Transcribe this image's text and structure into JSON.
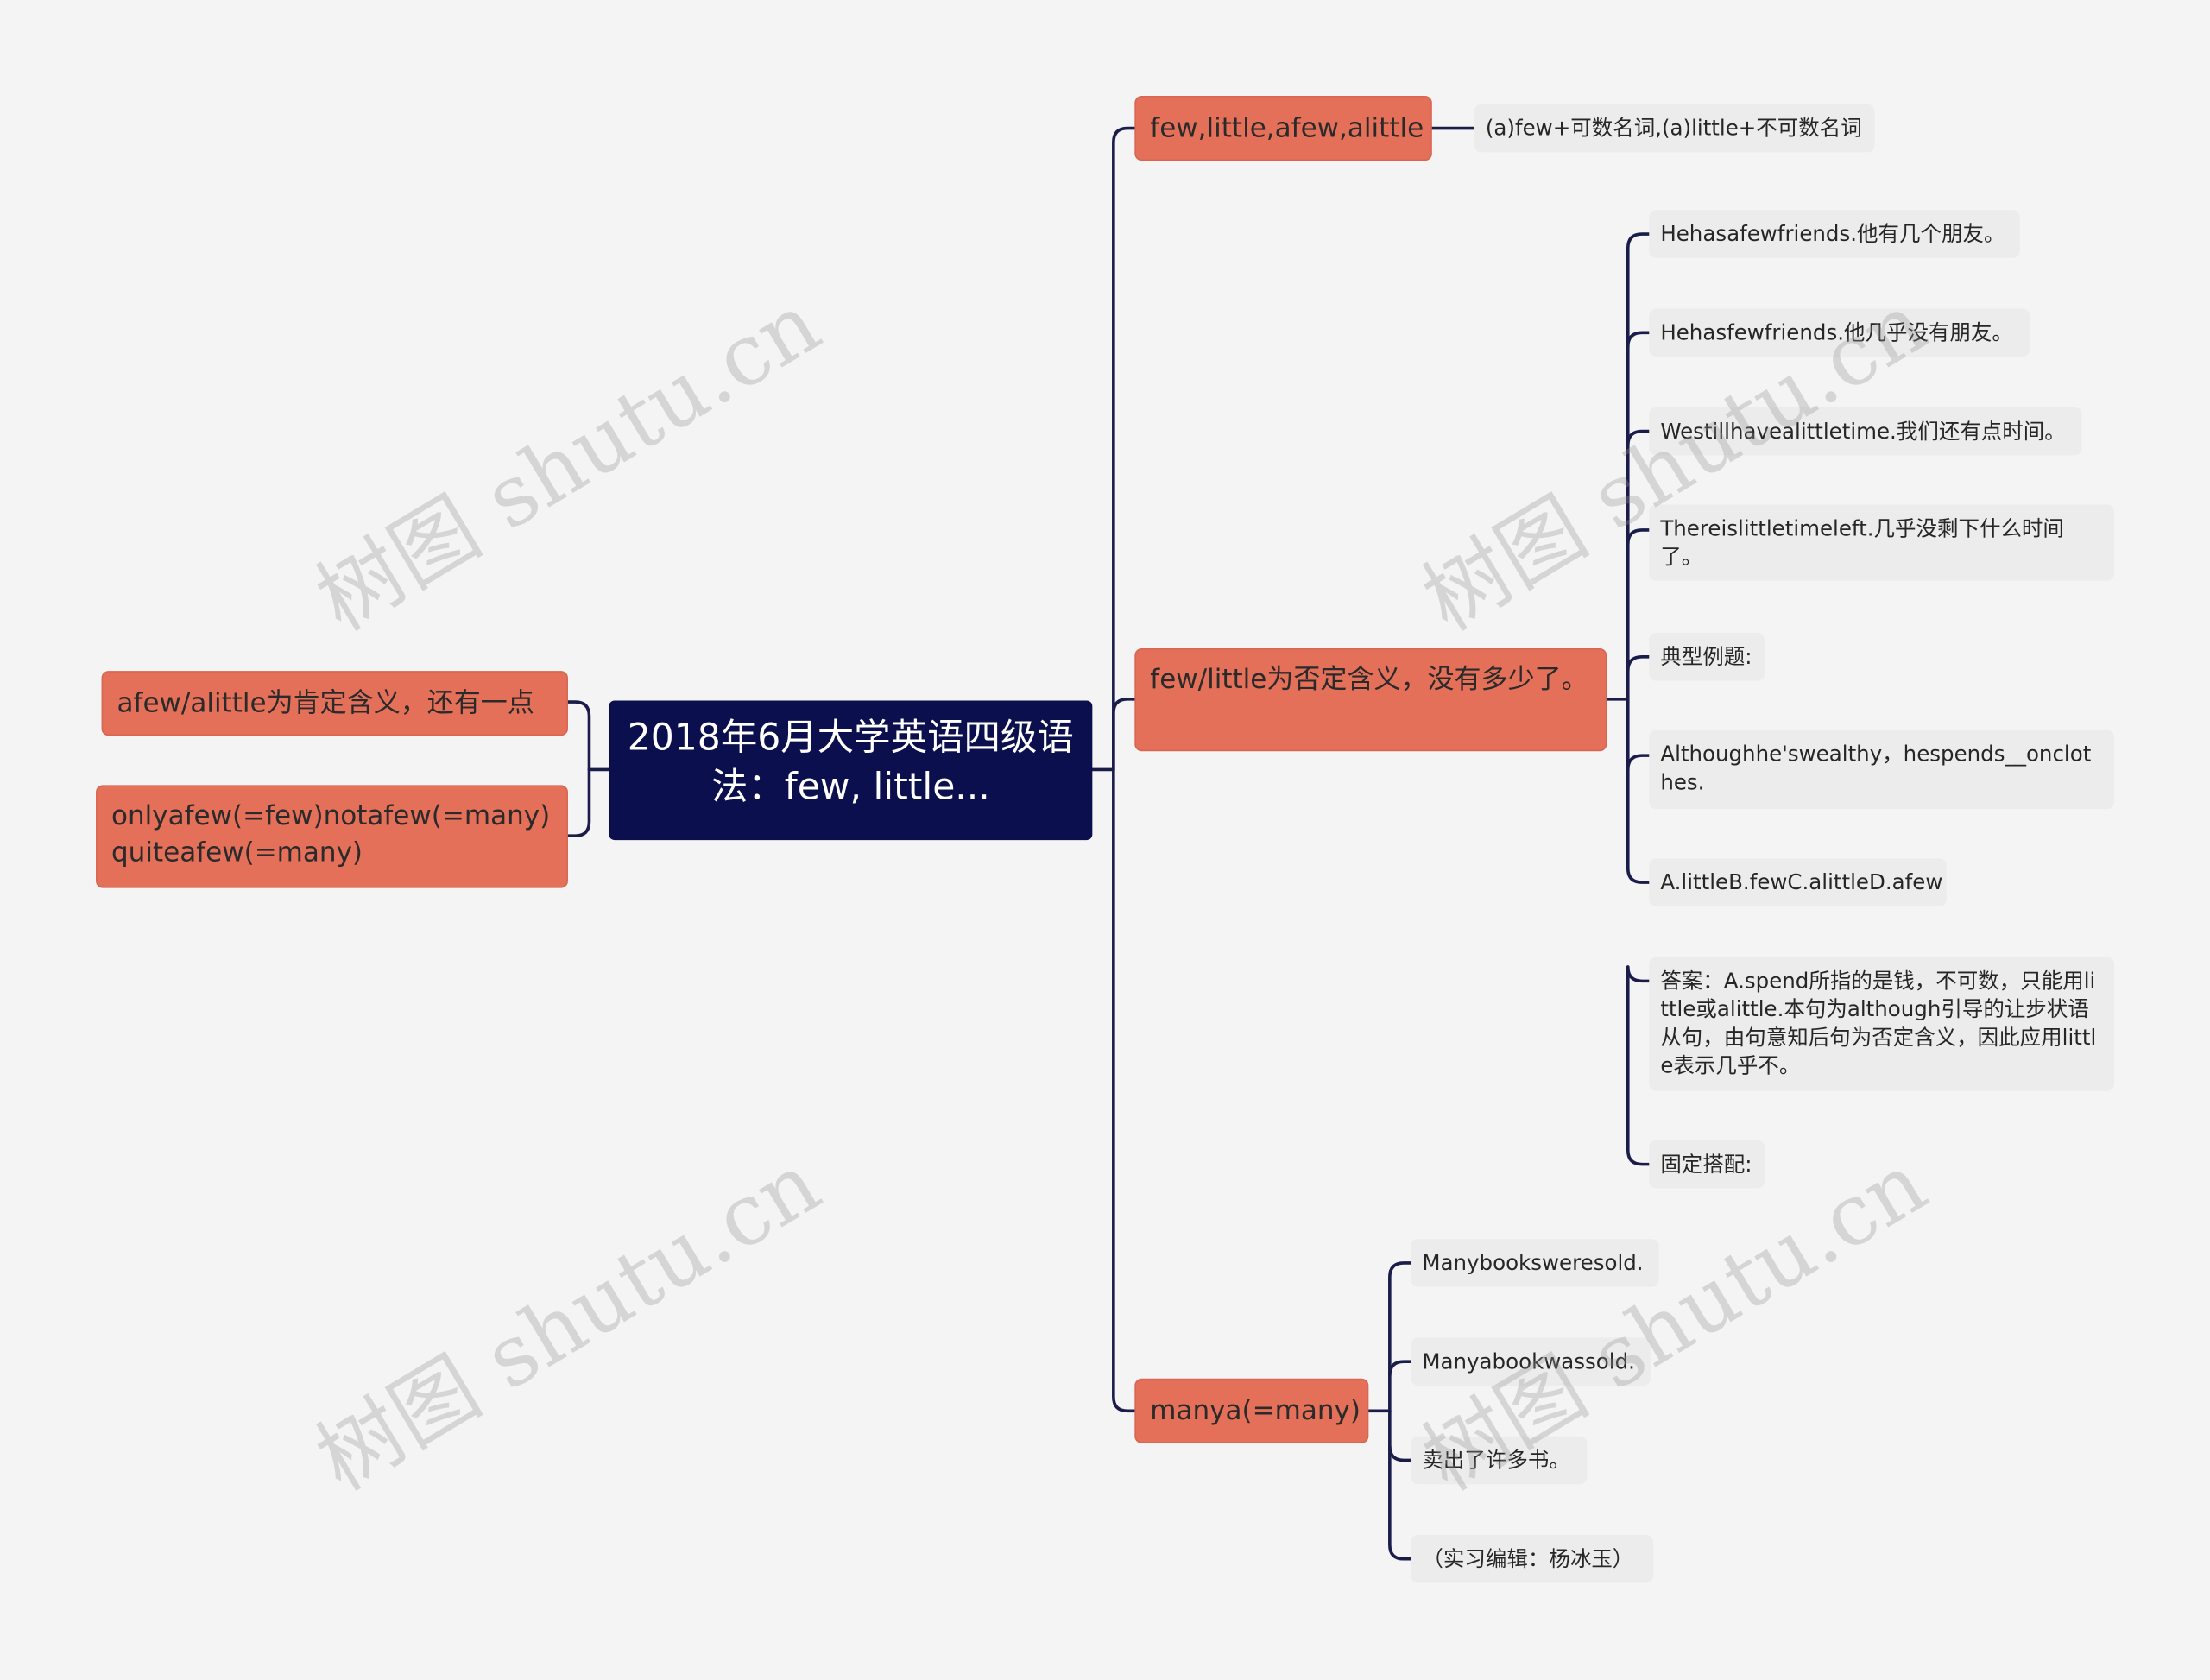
{
  "root": {
    "title": "2018年6月大学英语四级语法：few, little..."
  },
  "left_branches": [
    {
      "label": "afew/alittle为肯定含义，还有一点"
    },
    {
      "label": "onlyafew(=few)notafew(=many)quiteafew(=many)"
    }
  ],
  "right_branches": [
    {
      "label": "few,little,afew,alittle",
      "children": [
        "(a)few+可数名词,(a)little+不可数名词"
      ]
    },
    {
      "label": "few/little为否定含义，没有多少了。",
      "children": [
        "Hehasafewfriends.他有几个朋友。",
        "Hehasfewfriends.他几乎没有朋友。",
        "Westillhavealittletime.我们还有点时间。",
        "Thereislittletimeleft.几乎没剩下什么时间了。",
        "典型例题:",
        "Althoughhe'swealthy，hespends__onclothes.",
        "A.littleB.fewC.alittleD.afew",
        "答案：A.spend所指的是钱，不可数，只能用little或alittle.本句为although引导的让步状语从句，由句意知后句为否定含义，因此应用little表示几乎不。",
        "固定搭配:"
      ]
    },
    {
      "label": "manya(=many)",
      "children": [
        "Manybooksweresold.",
        "Manyabookwassold.",
        "卖出了许多书。",
        "（实习编辑：杨冰玉）"
      ]
    }
  ],
  "watermark": "树图 shutu.cn",
  "colors": {
    "background": "#f4f4f4",
    "root": "#0c0f4e",
    "branch": "#e5705a",
    "leaf": "#ececec",
    "line": "#1a1c4a"
  }
}
